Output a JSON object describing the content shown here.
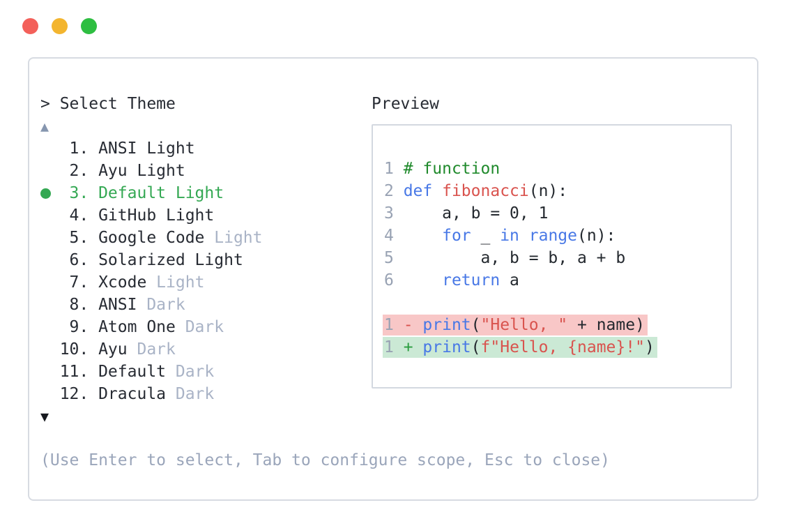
{
  "window": {
    "controls": [
      {
        "name": "close",
        "color": "#f3605a"
      },
      {
        "name": "minimize",
        "color": "#f3b52f"
      },
      {
        "name": "zoom",
        "color": "#2ebe41"
      }
    ]
  },
  "theme_selector": {
    "prompt": "> Select Theme",
    "scroll_up": "▲",
    "scroll_down": "▼",
    "items": [
      {
        "num": " 1.",
        "name": "ANSI Light",
        "muted": "",
        "selected": false
      },
      {
        "num": " 2.",
        "name": "Ayu Light",
        "muted": "",
        "selected": false
      },
      {
        "num": " 3.",
        "name": "Default Light",
        "muted": "",
        "selected": true
      },
      {
        "num": " 4.",
        "name": "GitHub Light",
        "muted": "",
        "selected": false
      },
      {
        "num": " 5.",
        "name": "Google Code",
        "muted": "Light",
        "selected": false
      },
      {
        "num": " 6.",
        "name": "Solarized Light",
        "muted": "",
        "selected": false
      },
      {
        "num": " 7.",
        "name": "Xcode",
        "muted": "Light",
        "selected": false
      },
      {
        "num": " 8.",
        "name": "ANSI",
        "muted": "Dark",
        "selected": false
      },
      {
        "num": " 9.",
        "name": "Atom One",
        "muted": "Dark",
        "selected": false
      },
      {
        "num": "10.",
        "name": "Ayu",
        "muted": "Dark",
        "selected": false
      },
      {
        "num": "11.",
        "name": "Default",
        "muted": "Dark",
        "selected": false
      },
      {
        "num": "12.",
        "name": "Dracula",
        "muted": "Dark",
        "selected": false
      }
    ],
    "help": "(Use Enter to select, Tab to configure scope, Esc to close)"
  },
  "preview": {
    "label": "Preview",
    "code_lines": [
      {
        "num": "1",
        "diff": "",
        "tokens": [
          {
            "text": "# function",
            "type": "comment"
          }
        ]
      },
      {
        "num": "2",
        "diff": "",
        "tokens": [
          {
            "text": "def",
            "type": "keyword"
          },
          {
            "text": " ",
            "type": "plain"
          },
          {
            "text": "fibonacci",
            "type": "function"
          },
          {
            "text": "(n):",
            "type": "plain"
          }
        ]
      },
      {
        "num": "3",
        "diff": "",
        "tokens": [
          {
            "text": "    a, b = 0, 1",
            "type": "plain"
          }
        ]
      },
      {
        "num": "4",
        "diff": "",
        "tokens": [
          {
            "text": "    ",
            "type": "plain"
          },
          {
            "text": "for",
            "type": "keyword"
          },
          {
            "text": " _ ",
            "type": "plain"
          },
          {
            "text": "in",
            "type": "keyword"
          },
          {
            "text": " ",
            "type": "plain"
          },
          {
            "text": "range",
            "type": "keyword"
          },
          {
            "text": "(n):",
            "type": "plain"
          }
        ]
      },
      {
        "num": "5",
        "diff": "",
        "tokens": [
          {
            "text": "        a, b = b, a + b",
            "type": "plain"
          }
        ]
      },
      {
        "num": "6",
        "diff": "",
        "tokens": [
          {
            "text": "    ",
            "type": "plain"
          },
          {
            "text": "return",
            "type": "keyword"
          },
          {
            "text": " a",
            "type": "plain"
          }
        ]
      },
      {
        "num": "",
        "diff": "",
        "tokens": []
      },
      {
        "num": "1",
        "diff": "removed",
        "tokens": [
          {
            "text": "-",
            "type": "removed-sign"
          },
          {
            "text": " ",
            "type": "plain"
          },
          {
            "text": "print",
            "type": "keyword"
          },
          {
            "text": "(",
            "type": "plain"
          },
          {
            "text": "\"Hello, \"",
            "type": "string"
          },
          {
            "text": " + name)",
            "type": "plain"
          }
        ]
      },
      {
        "num": "1",
        "diff": "added",
        "tokens": [
          {
            "text": "+",
            "type": "added-sign"
          },
          {
            "text": " ",
            "type": "plain"
          },
          {
            "text": "print",
            "type": "keyword"
          },
          {
            "text": "(",
            "type": "plain"
          },
          {
            "text": "f\"Hello, {name}!\"",
            "type": "string"
          },
          {
            "text": ")",
            "type": "plain"
          }
        ]
      }
    ]
  },
  "colors": {
    "accent_green": "#34a853",
    "muted": "#a9b3c6",
    "help": "#9aa5ba",
    "text_dark": "#272b33",
    "keyword_blue": "#4878e6",
    "string_red": "#d9534e",
    "comment_green": "#208a2c",
    "code_plain": "#24292f",
    "line_num": "#98a2b3",
    "removed_bg": "#f8c7c7",
    "added_bg": "#cbe9d5",
    "diff_green": "#2a9d3f",
    "panel_border": "#d7dbe2",
    "box_border": "#d3d8e0",
    "scroll_up": "#8696af",
    "scroll_down": "#17191f"
  }
}
